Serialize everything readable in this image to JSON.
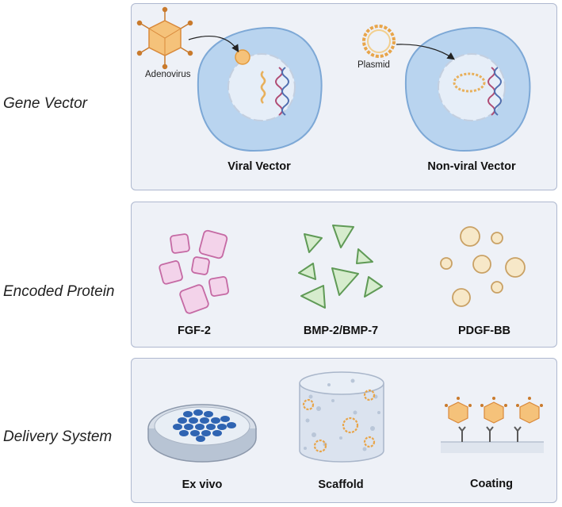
{
  "rows": [
    {
      "label": "Gene Vector"
    },
    {
      "label": "Encoded Protein"
    },
    {
      "label": "Delivery System"
    }
  ],
  "gene_vector": {
    "viral_caption": "Viral Vector",
    "nonviral_caption": "Non-viral Vector",
    "adenovirus_label": "Adenovirus",
    "plasmid_label": "Plasmid"
  },
  "encoded_protein": {
    "fgf_caption": "FGF-2",
    "bmp_caption": "BMP-2/BMP-7",
    "pdgf_caption": "PDGF-BB"
  },
  "delivery_system": {
    "exvivo_caption": "Ex vivo",
    "scaffold_caption": "Scaffold",
    "coating_caption": "Coating"
  },
  "colors": {
    "panel_bg": "#eef1f7",
    "panel_border": "#aeb8cf",
    "cell_fill": "#b9d4ef",
    "nucleus_fill": "#e6eef8",
    "virus_fill": "#f5c27a",
    "fgf_fill": "#f3d3ea",
    "fgf_stroke": "#c56aa4",
    "bmp_fill": "#d6eccd",
    "bmp_stroke": "#5f9a56",
    "pdgf_fill": "#f7e8c8",
    "pdgf_stroke": "#c9a165",
    "dish_cells": "#2f64b2"
  }
}
